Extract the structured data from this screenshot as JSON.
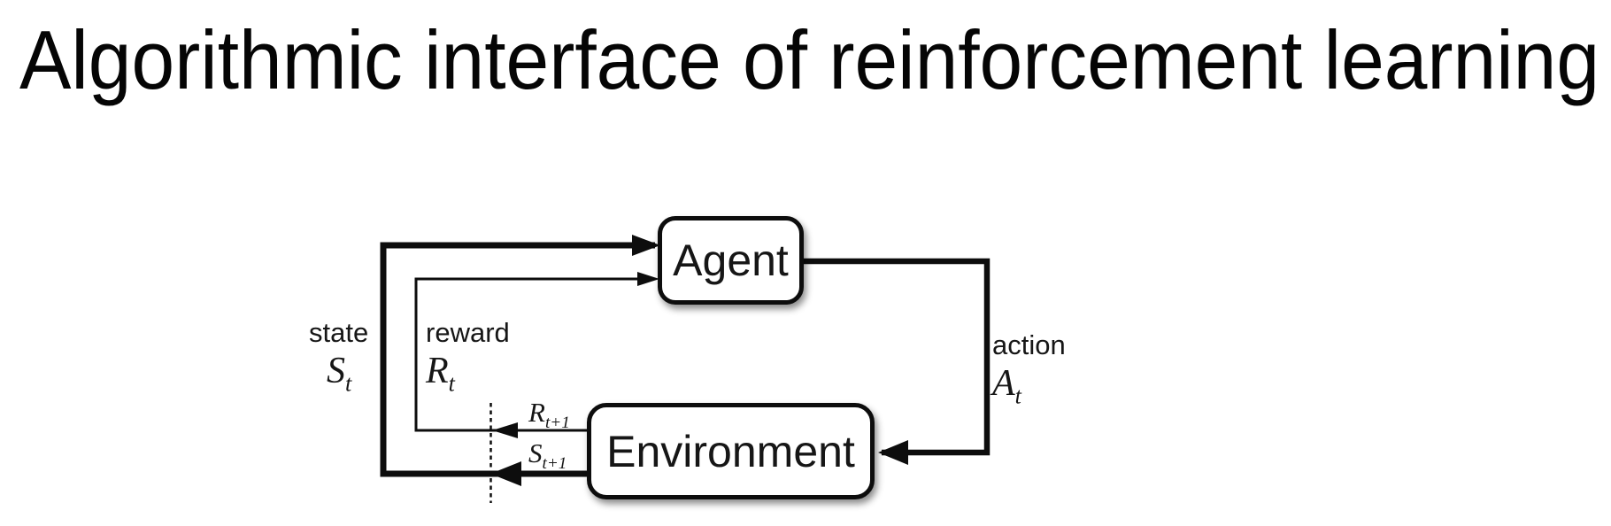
{
  "title": "Algorithmic interface of reinforcement learning",
  "diagram": {
    "agent": {
      "label": "Agent"
    },
    "environment": {
      "label": "Environment"
    },
    "labels": {
      "state": {
        "word": "state",
        "symbol": "S",
        "subscript": "t"
      },
      "reward": {
        "word": "reward",
        "symbol": "R",
        "subscript": "t"
      },
      "action": {
        "word": "action",
        "symbol": "A",
        "subscript": "t"
      },
      "next_reward": {
        "symbol": "R",
        "subscript": "t+1"
      },
      "next_state": {
        "symbol": "S",
        "subscript": "t+1"
      }
    },
    "flows": [
      {
        "from": "Environment",
        "to": "Agent",
        "signal": "state S_t"
      },
      {
        "from": "Environment",
        "to": "Agent",
        "signal": "reward R_t"
      },
      {
        "from": "Agent",
        "to": "Environment",
        "signal": "action A_t"
      },
      {
        "from": "Environment",
        "to": "boundary",
        "signal": "R_t+1"
      },
      {
        "from": "Environment",
        "to": "boundary",
        "signal": "S_t+1"
      }
    ],
    "colors": {
      "ink": "#0d0d0d",
      "background": "#ffffff"
    }
  }
}
